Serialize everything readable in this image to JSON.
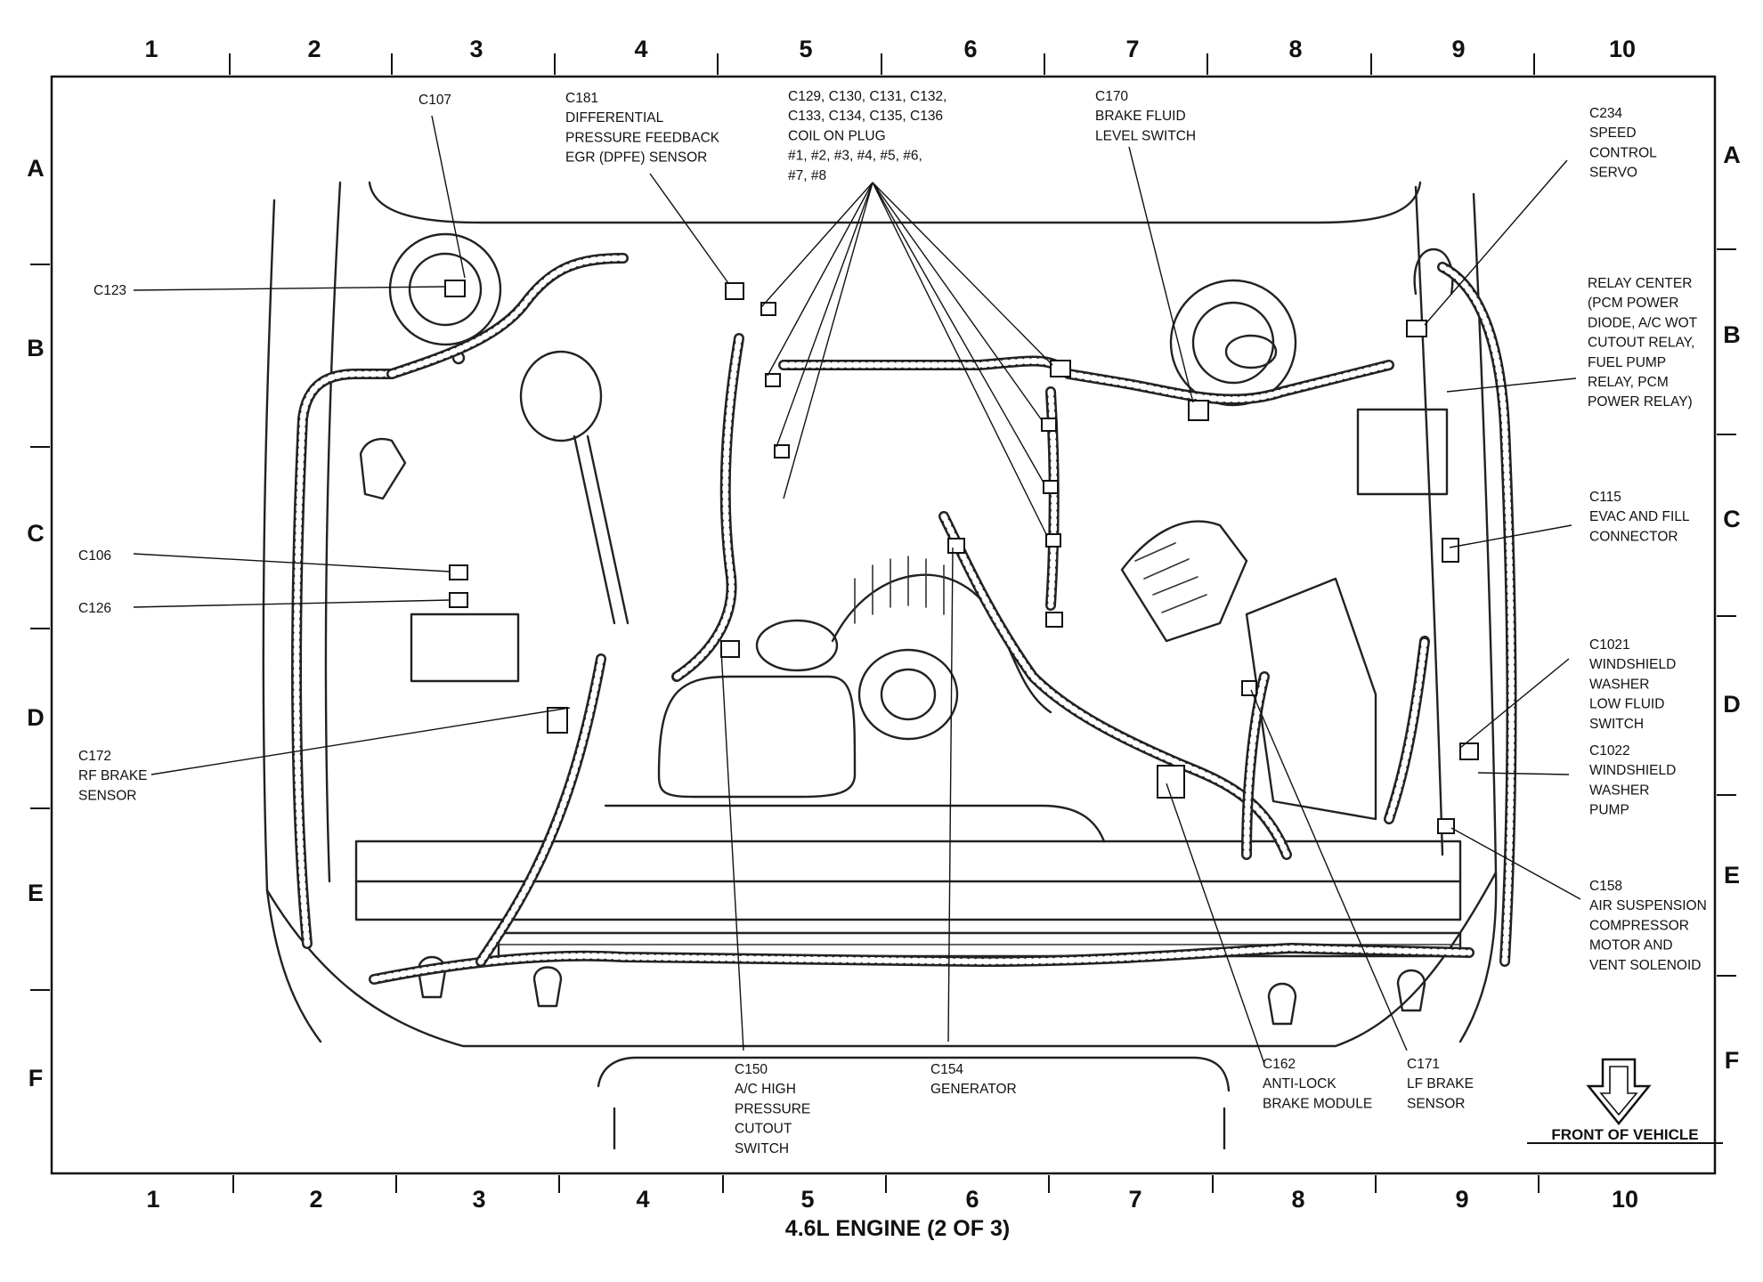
{
  "title": "4.6L ENGINE (2 OF 3)",
  "front_label": "FRONT OF VEHICLE",
  "grid": {
    "columns": [
      "1",
      "2",
      "3",
      "4",
      "5",
      "6",
      "7",
      "8",
      "9",
      "10"
    ],
    "rows": [
      "A",
      "B",
      "C",
      "D",
      "E",
      "F"
    ]
  },
  "callouts": [
    {
      "id": "c107",
      "lines": [
        "C107"
      ]
    },
    {
      "id": "c181",
      "lines": [
        "C181",
        "DIFFERENTIAL",
        "PRESSURE FEEDBACK",
        "EGR (DPFE) SENSOR"
      ]
    },
    {
      "id": "coil",
      "lines": [
        "C129, C130, C131, C132,",
        "C133, C134, C135, C136",
        "COIL ON PLUG",
        "#1, #2, #3, #4, #5, #6,",
        "#7, #8"
      ]
    },
    {
      "id": "c170",
      "lines": [
        "C170",
        "BRAKE FLUID",
        "LEVEL SWITCH"
      ]
    },
    {
      "id": "c234",
      "lines": [
        "C234",
        "SPEED",
        "CONTROL",
        "SERVO"
      ]
    },
    {
      "id": "c123",
      "lines": [
        "C123"
      ]
    },
    {
      "id": "relay",
      "lines": [
        "RELAY CENTER",
        "(PCM POWER",
        "DIODE, A/C WOT",
        "CUTOUT RELAY,",
        "FUEL PUMP",
        "RELAY, PCM",
        "POWER RELAY)"
      ]
    },
    {
      "id": "c115",
      "lines": [
        "C115",
        "EVAC AND FILL",
        "CONNECTOR"
      ]
    },
    {
      "id": "c106",
      "lines": [
        "C106"
      ]
    },
    {
      "id": "c126",
      "lines": [
        "C126"
      ]
    },
    {
      "id": "c1021",
      "lines": [
        "C1021",
        "WINDSHIELD",
        "WASHER",
        "LOW FLUID",
        "SWITCH"
      ]
    },
    {
      "id": "c1022",
      "lines": [
        "C1022",
        "WINDSHIELD",
        "WASHER",
        "PUMP"
      ]
    },
    {
      "id": "c172",
      "lines": [
        "C172",
        "RF BRAKE",
        "SENSOR"
      ]
    },
    {
      "id": "c158",
      "lines": [
        "C158",
        "AIR SUSPENSION",
        "COMPRESSOR",
        "MOTOR AND",
        "VENT SOLENOID"
      ]
    },
    {
      "id": "c150",
      "lines": [
        "C150",
        "A/C HIGH",
        "PRESSURE",
        "CUTOUT",
        "SWITCH"
      ]
    },
    {
      "id": "c154",
      "lines": [
        "C154",
        "GENERATOR"
      ]
    },
    {
      "id": "c162",
      "lines": [
        "C162",
        "ANTI-LOCK",
        "BRAKE MODULE"
      ]
    },
    {
      "id": "c171",
      "lines": [
        "C171",
        "LF BRAKE",
        "SENSOR"
      ]
    }
  ]
}
